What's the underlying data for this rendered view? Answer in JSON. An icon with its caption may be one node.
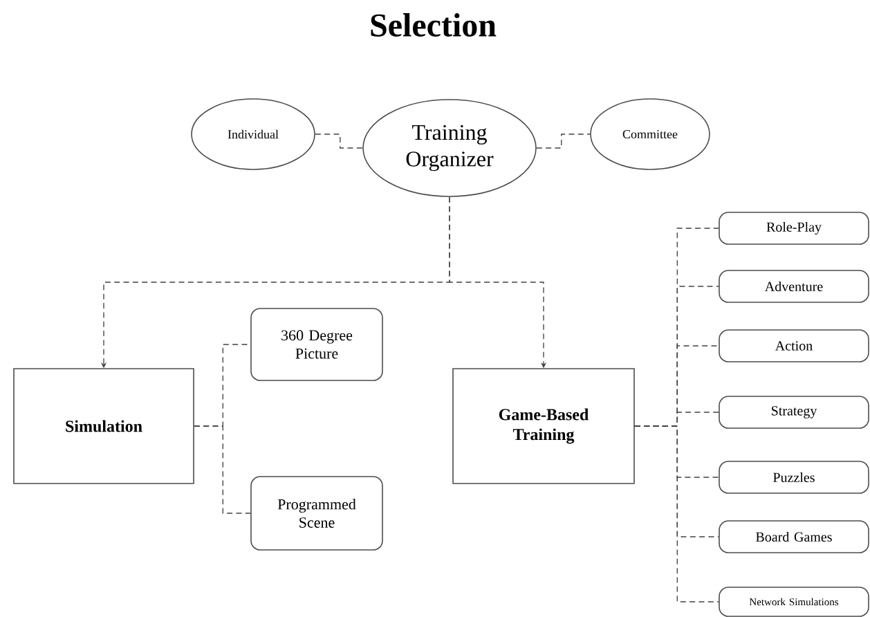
{
  "diagram": {
    "title": "Selection",
    "nodes": [
      {
        "text": [
          "Individual"
        ]
      },
      {
        "text": [
          "Training Organizer"
        ]
      },
      {
        "text": [
          "Committee"
        ]
      },
      {
        "text": [
          "Simulation"
        ]
      },
      {
        "text": [
          "360 Degree Picture"
        ]
      },
      {
        "text": [
          "Programmed Scene"
        ]
      },
      {
        "text": [
          "Game-Based Training"
        ]
      },
      {
        "text": [
          "Role-Play"
        ]
      },
      {
        "text": [
          "Adventure"
        ]
      },
      {
        "text": [
          "Action"
        ]
      },
      {
        "text": [
          "Strategy"
        ]
      },
      {
        "text": [
          "Puzzles"
        ]
      },
      {
        "text": [
          "Board Games"
        ]
      },
      {
        "text": [
          "Network Simulations"
        ]
      }
    ],
    "edges": [
      {
        "from": 0,
        "to": 1,
        "arrow": "none"
      },
      {
        "from": 1,
        "to": 2,
        "arrow": "none"
      },
      {
        "from": 1,
        "to": 3,
        "arrow": "to"
      },
      {
        "from": 1,
        "to": 6,
        "arrow": "to"
      },
      {
        "from": 3,
        "to": 4,
        "arrow": "none"
      },
      {
        "from": 3,
        "to": 5,
        "arrow": "none"
      },
      {
        "from": 6,
        "to": 7,
        "arrow": "none"
      },
      {
        "from": 6,
        "to": 8,
        "arrow": "none"
      },
      {
        "from": 6,
        "to": 9,
        "arrow": "none"
      },
      {
        "from": 6,
        "to": 10,
        "arrow": "none"
      },
      {
        "from": 6,
        "to": 11,
        "arrow": "none"
      },
      {
        "from": 6,
        "to": 12,
        "arrow": "none"
      },
      {
        "from": 6,
        "to": 13,
        "arrow": "none"
      }
    ]
  }
}
